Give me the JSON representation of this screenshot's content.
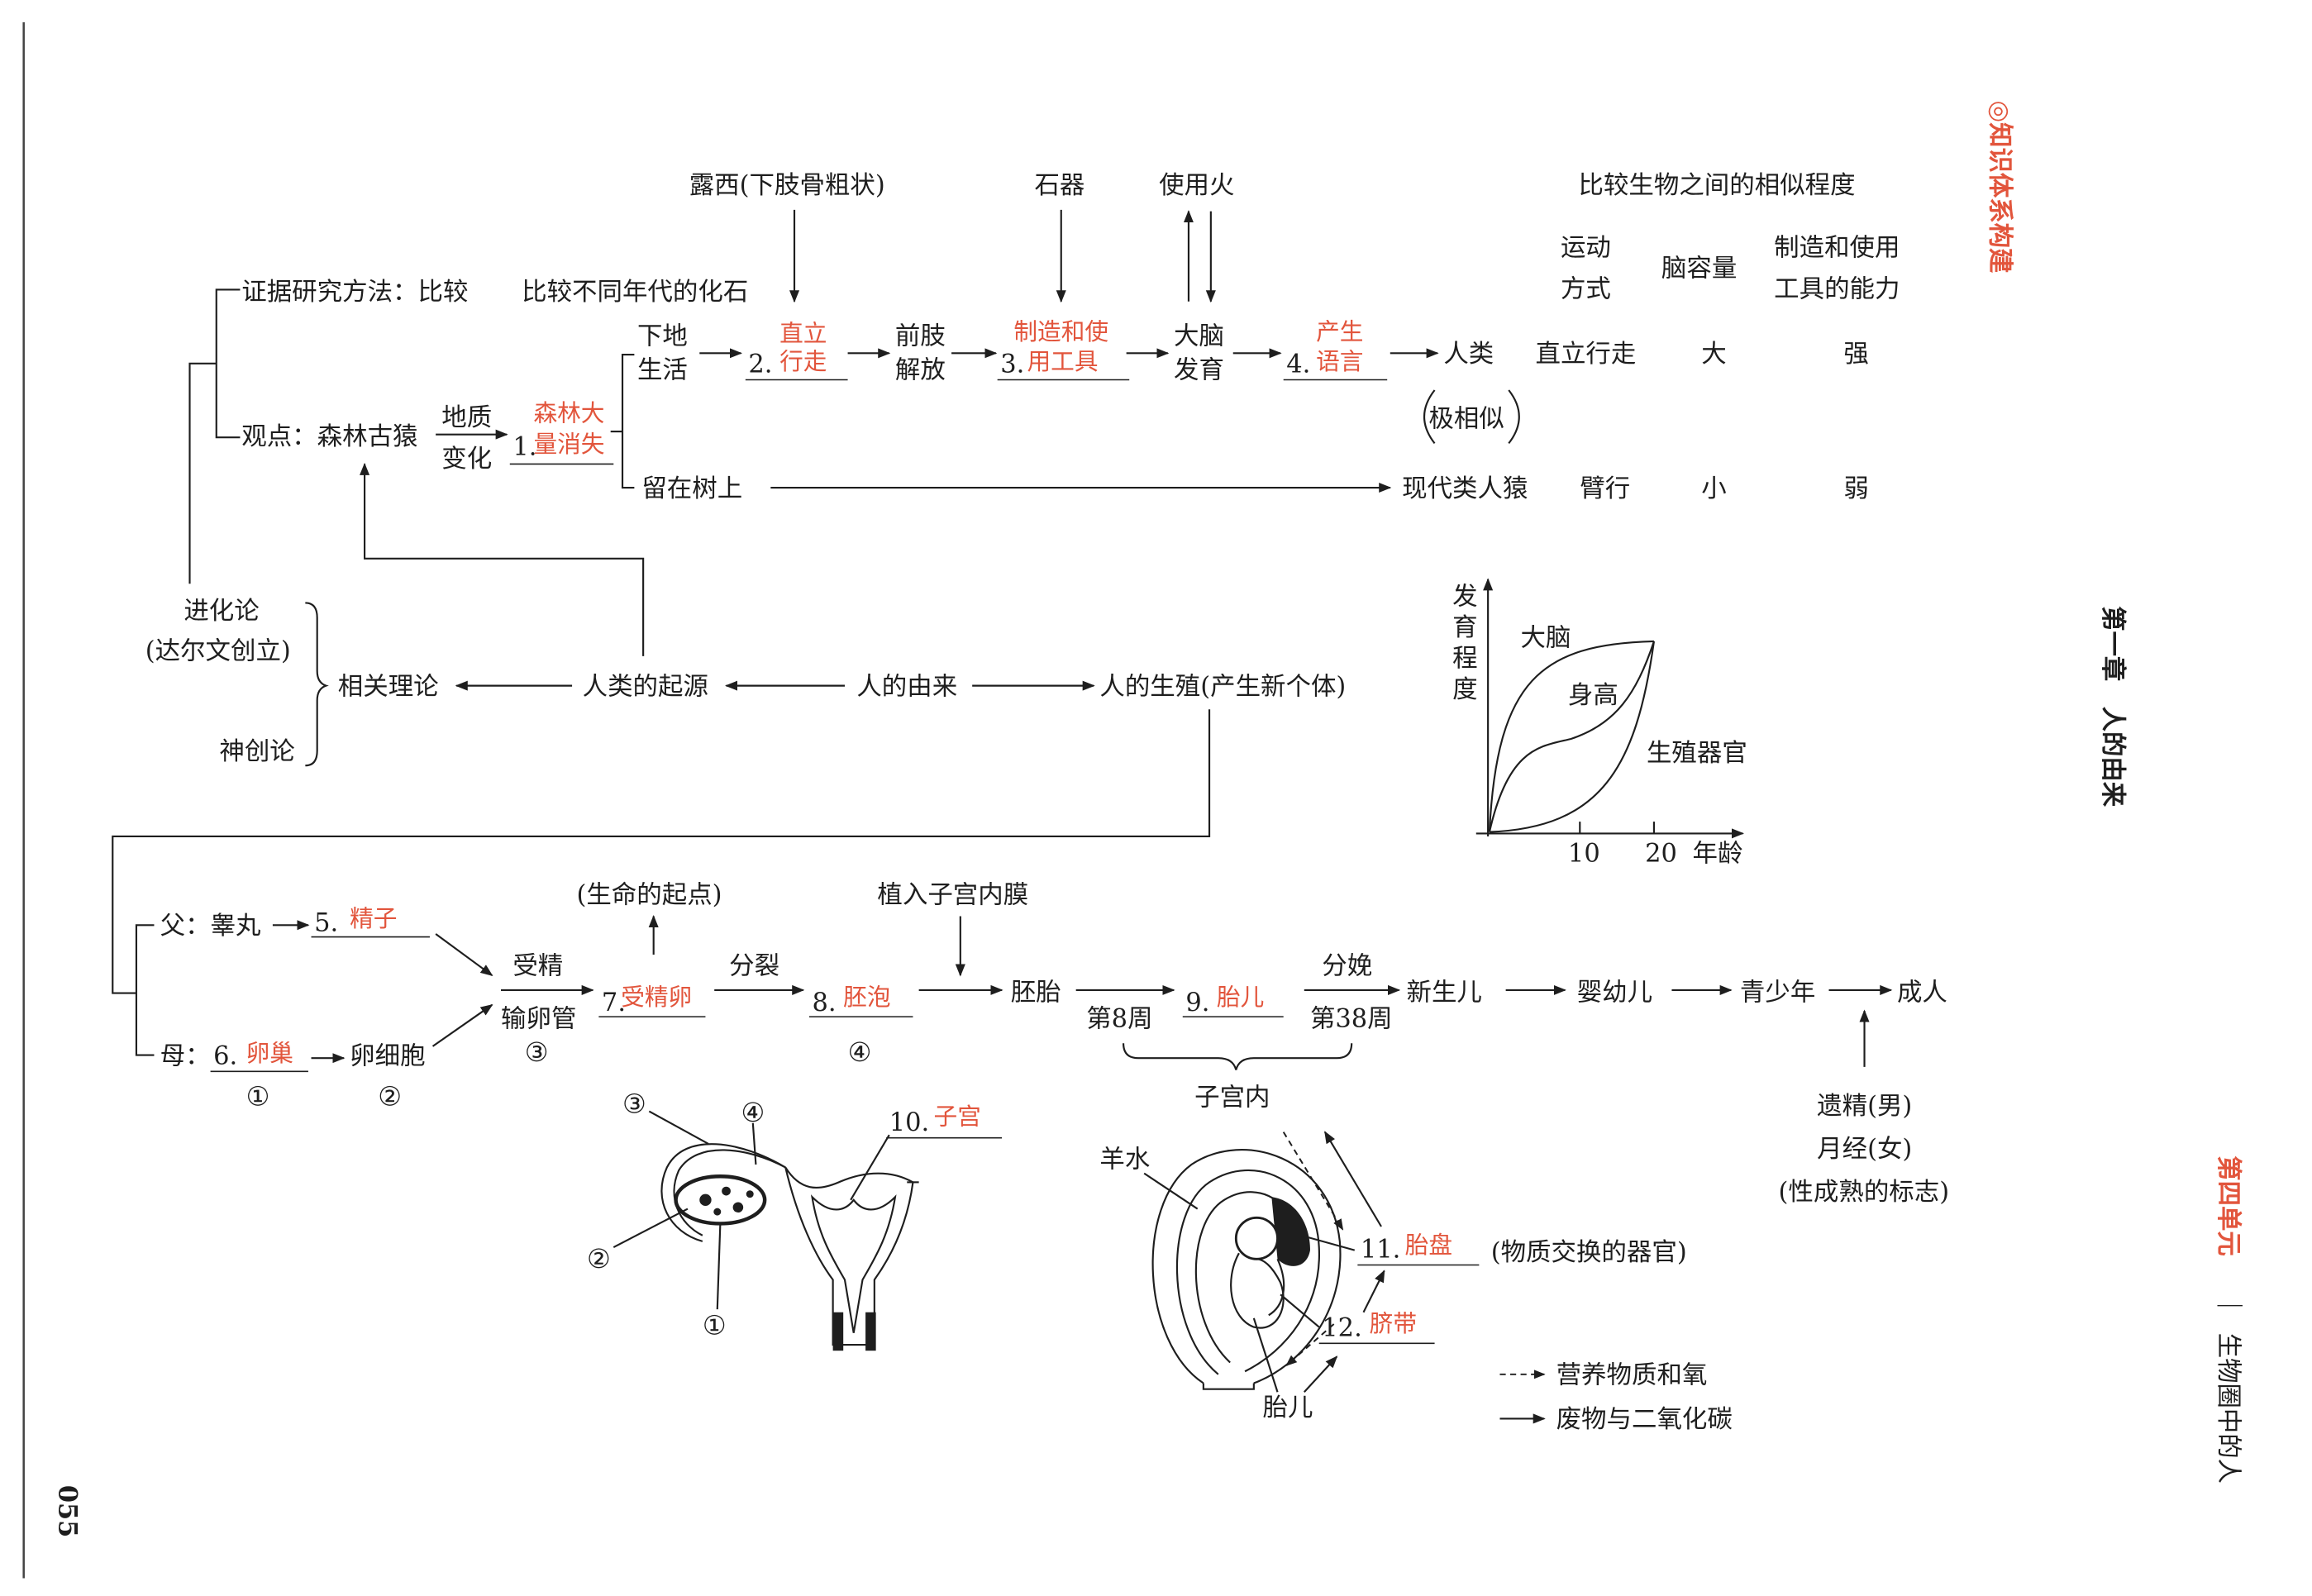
{
  "page_number": "055",
  "side": {
    "section_title": "◎知识体系构建",
    "chapter": "第一章　人的由来",
    "unit": "第四单元",
    "unit_sep": "｜",
    "unit_name": "生物圈中的人",
    "accent_color": "#e2553c"
  },
  "evolution": {
    "evidence_label": "证据研究方法：比较",
    "fossil_compare": "比较不同年代的化石",
    "viewpoint_label": "观点：森林古猿",
    "geo_top": "地质",
    "geo_bottom": "变化",
    "blank1_num": "1.",
    "blank1_l1": "森林大",
    "blank1_l2": "量消失",
    "down_l1": "下地",
    "down_l2": "生活",
    "blank2_num": "2.",
    "blank2_l1": "直立",
    "blank2_l2": "行走",
    "fore_l1": "前肢",
    "fore_l2": "解放",
    "blank3_num": "3.",
    "blank3_l1": "制造和使",
    "blank3_l2": "用工具",
    "brain_l1": "大脑",
    "brain_l2": "发育",
    "blank4_num": "4.",
    "blank4_l1": "产生",
    "blank4_l2": "语言",
    "human": "人类",
    "lucy": "露西(下肢骨粗状)",
    "stone": "石器",
    "fire": "使用火",
    "stay_tree": "留在树上",
    "apes": "现代类人猿",
    "similar": "极相似"
  },
  "comparison": {
    "title": "比较生物之间的相似程度",
    "col1_l1": "运动",
    "col1_l2": "方式",
    "col2": "脑容量",
    "col3_l1": "制造和使用",
    "col3_l2": "工具的能力",
    "human_vals": [
      "直立行走",
      "大",
      "强"
    ],
    "ape_vals": [
      "臂行",
      "小",
      "弱"
    ]
  },
  "theory": {
    "evolution_l1": "进化论",
    "evolution_l2": "(达尔文创立)",
    "creation": "神创论",
    "related": "相关理论",
    "origin_human": "人类的起源",
    "human_origin": "人的由来",
    "reproduction": "人的生殖(产生新个体)"
  },
  "growth_chart": {
    "ylabel_chars": [
      "发",
      "育",
      "程",
      "度"
    ],
    "brain": "大脑",
    "height": "身高",
    "organs": "生殖器官",
    "tick10": "10",
    "tick20": "20",
    "xlabel": "年龄"
  },
  "reproduction": {
    "father": "父：睾丸",
    "blank5_num": "5.",
    "blank5": "精子",
    "mother": "母：",
    "blank6_num": "6.",
    "blank6": "卵巢",
    "egg_cell": "卵细胞",
    "c1": "①",
    "c2": "②",
    "c3": "③",
    "c4": "④",
    "fert": "受精",
    "tube": "输卵管",
    "life_start": "(生命的起点)",
    "blank7_num": "7.",
    "blank7": "受精卵",
    "split": "分裂",
    "blank8_num": "8.",
    "blank8": "胚泡",
    "implant": "植入子宫内膜",
    "embryo": "胚胎",
    "week8": "第8周",
    "blank9_num": "9.",
    "blank9": "胎儿",
    "birth": "分娩",
    "week38": "第38周",
    "in_uterus": "子宫内",
    "newborn": "新生儿",
    "infant": "婴幼儿",
    "teen": "青少年",
    "adult": "成人",
    "puberty_l1": "遗精(男)",
    "puberty_l2": "月经(女)",
    "puberty_l3": "(性成熟的标志)"
  },
  "anatomy": {
    "c1": "①",
    "c2": "②",
    "c3": "③",
    "c4": "④",
    "blank10_num": "10.",
    "blank10": "子宫",
    "amniotic": "羊水",
    "blank11_num": "11.",
    "blank11": "胎盘",
    "placenta_note": "(物质交换的器官)",
    "blank12_num": "12.",
    "blank12": "脐带",
    "fetus": "胎儿",
    "legend_dashed": "营养物质和氧",
    "legend_solid": "废物与二氧化碳"
  }
}
